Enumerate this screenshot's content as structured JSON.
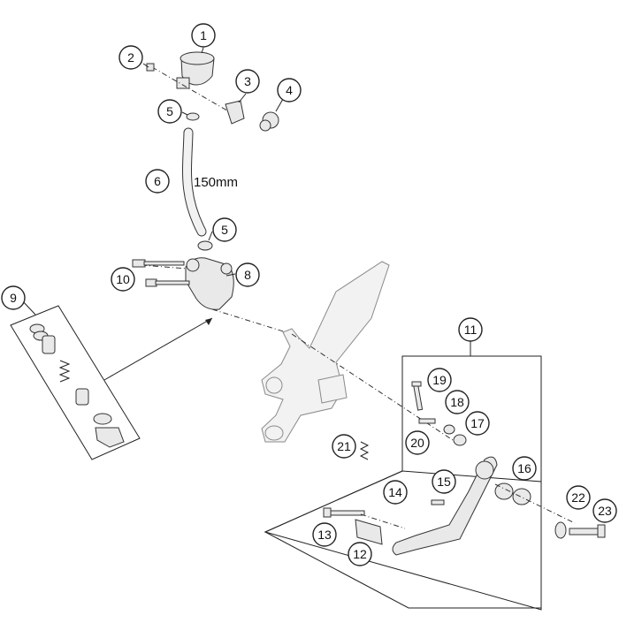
{
  "diagram": {
    "hose_length_label": "150mm",
    "callouts": [
      "1",
      "2",
      "3",
      "4",
      "5",
      "6",
      "5",
      "8",
      "10",
      "9",
      "11",
      "19",
      "18",
      "17",
      "20",
      "21",
      "16",
      "15",
      "14",
      "22",
      "23",
      "13",
      "12"
    ]
  }
}
